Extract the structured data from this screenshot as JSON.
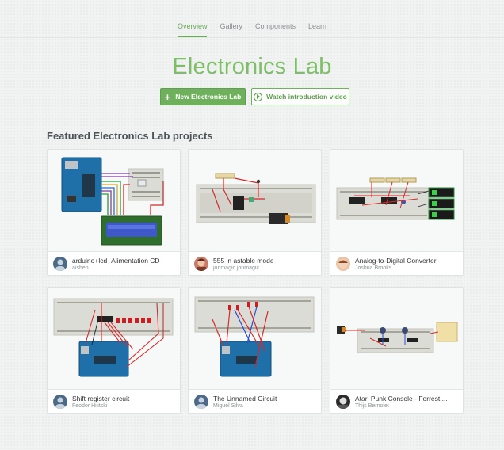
{
  "nav": {
    "tabs": [
      {
        "label": "Overview",
        "active": true
      },
      {
        "label": "Gallery",
        "active": false
      },
      {
        "label": "Components",
        "active": false
      },
      {
        "label": "Learn",
        "active": false
      }
    ]
  },
  "hero": {
    "title": "Electronics Lab",
    "new_button": "New Electronics Lab",
    "new_button_icon": "plus-icon",
    "video_button": "Watch introduction video",
    "video_button_icon": "play-circle-icon"
  },
  "featured": {
    "heading": "Featured Electronics Lab projects",
    "projects": [
      {
        "title": "arduino+lcd+Alimentation CD",
        "author": "aishen",
        "thumbnail": "arduino-lcd-circuit"
      },
      {
        "title": "555 in astable mode",
        "author": "jonmagic jonmagic",
        "thumbnail": "breadboard-555-circuit"
      },
      {
        "title": "Analog-to-Digital Converter",
        "author": "Joshua Brooks",
        "thumbnail": "breadboard-adc-circuit"
      },
      {
        "title": "Shift register circuit",
        "author": "Feodor Hilitski",
        "thumbnail": "arduino-shift-register-circuit"
      },
      {
        "title": "The Unnamed Circuit",
        "author": "Miguel Silva",
        "thumbnail": "arduino-breadboard-circuit"
      },
      {
        "title": "Atari Punk Console - Forrest ...",
        "author": "Thijs Bernolet",
        "thumbnail": "breadboard-atari-punk-circuit"
      }
    ]
  },
  "colors": {
    "accent": "#7dbf66",
    "button_green": "#6fb05d",
    "arduino_blue": "#1f6fa8",
    "breadboard": "#dcdcd6",
    "wire_red": "#d42a2a"
  }
}
